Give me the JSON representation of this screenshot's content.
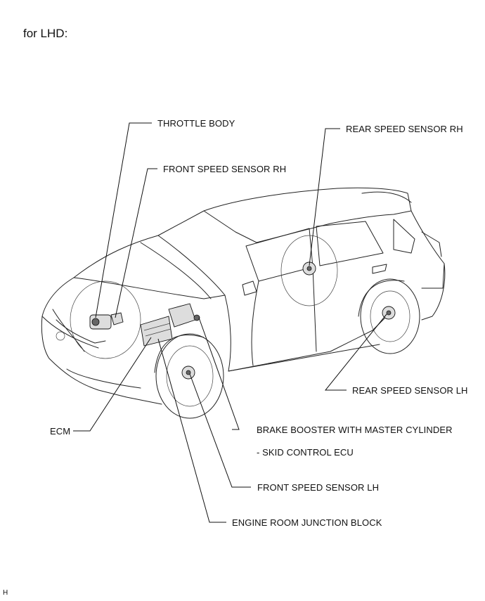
{
  "header": {
    "title": "for LHD:"
  },
  "labels": {
    "throttle_body": "THROTTLE BODY",
    "front_speed_sensor_rh": "FRONT SPEED SENSOR RH",
    "rear_speed_sensor_rh": "REAR SPEED SENSOR RH",
    "rear_speed_sensor_lh": "REAR SPEED SENSOR LH",
    "ecm": "ECM",
    "brake_booster": "BRAKE BOOSTER WITH MASTER CYLINDER",
    "skid_control_ecu": "- SKID CONTROL ECU",
    "front_speed_sensor_lh": "FRONT SPEED SENSOR LH",
    "engine_room_junction_block": "ENGINE ROOM JUNCTION BLOCK"
  },
  "corner_mark": "H"
}
